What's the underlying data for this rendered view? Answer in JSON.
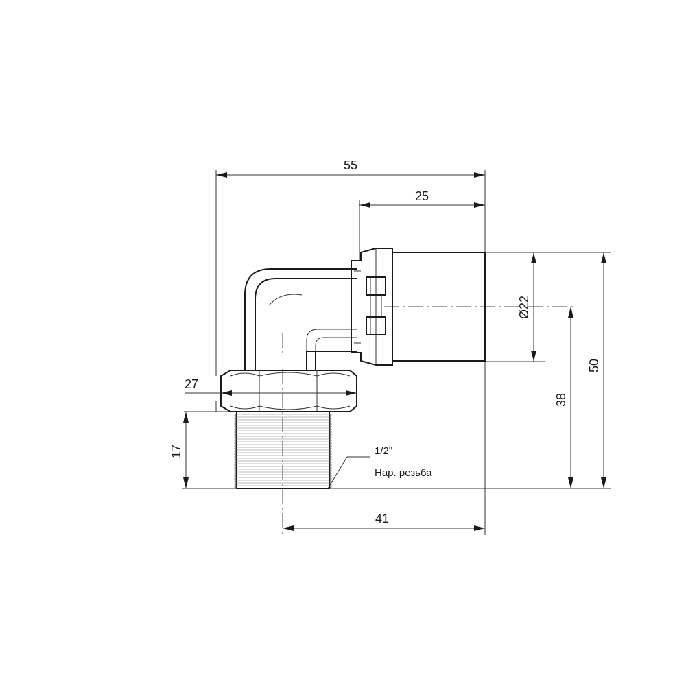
{
  "dimensions": {
    "overall_width": "55",
    "outlet_length": "25",
    "outlet_diameter": "Ø22",
    "overall_height": "50",
    "axis_height": "38",
    "hex_size": "27",
    "thread_length": "17",
    "axis_offset": "41"
  },
  "thread_note": {
    "size": "1/2\"",
    "type": "Нар. резьба"
  }
}
